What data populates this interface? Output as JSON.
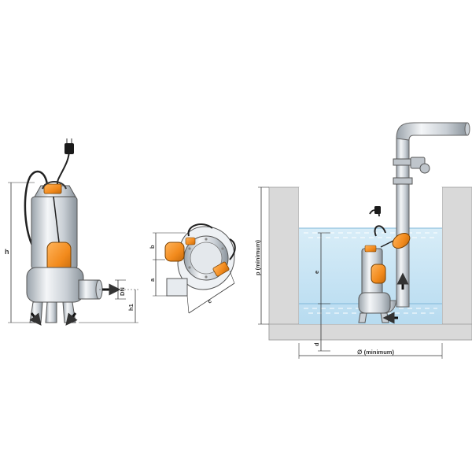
{
  "labels": {
    "h": "h",
    "dn": "DN",
    "h1": "h1",
    "b": "b",
    "a": "a",
    "c": "c",
    "p_minimum": "p (minimum)",
    "e": "e",
    "d": "d",
    "diameter_minimum": "∅ (minimum)"
  },
  "colors": {
    "pump_orange": "#f28a1c",
    "steel": "#d8dde2",
    "water": "#c6e3f4",
    "pit_wall": "#d9d9d9",
    "line": "#333333"
  }
}
